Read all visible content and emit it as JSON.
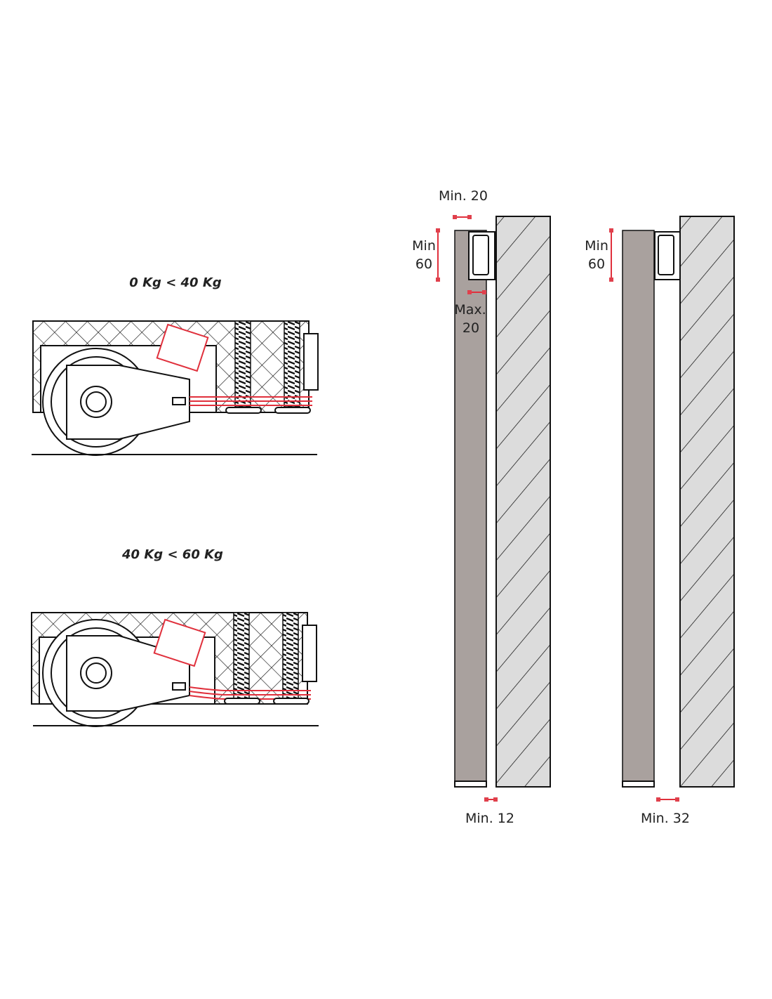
{
  "rollers": [
    {
      "weight_label": "0 Kg < 40 Kg"
    },
    {
      "weight_label": "40 Kg < 60 Kg"
    }
  ],
  "installations": [
    {
      "top_gap_label": "Min. 20",
      "height_label_line1": "Min",
      "height_label_line2": "60",
      "overlap_label_line1": "Max.",
      "overlap_label_line2": "20",
      "bottom_gap_label": "Min. 12"
    },
    {
      "height_label_line1": "Min",
      "height_label_line2": "60",
      "bottom_gap_label": "Min. 32"
    }
  ],
  "colors": {
    "door": "#a9a19e",
    "wall": "#dcdcdc",
    "dimension": "#e0303c"
  }
}
